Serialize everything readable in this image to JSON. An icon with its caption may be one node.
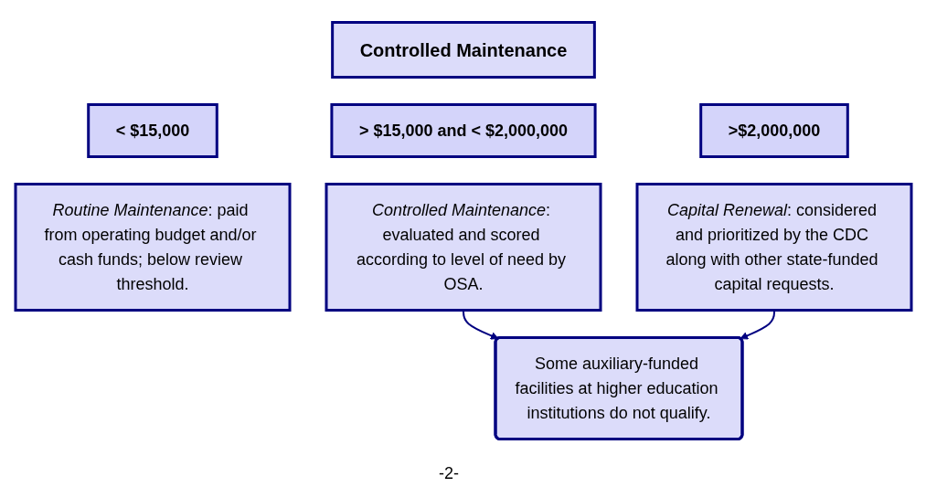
{
  "diagram": {
    "nodes": [
      {
        "text": [
          "Controlled Maintenance"
        ]
      },
      {
        "text": [
          "< $15,000"
        ]
      },
      {
        "text": [
          "> $15,000 and < $2,000,000"
        ]
      },
      {
        "text": [
          ">$2,000,000"
        ]
      },
      {
        "text": [
          "*Routine Maintenance*: paid from operating budget and/or cash funds; below review threshold."
        ]
      },
      {
        "text": [
          "*Controlled Maintenance*: evaluated and scored according to level of need by OSA."
        ]
      },
      {
        "text": [
          "*Capital Renewal*: considered and prioritized by the CDC along with other state-funded capital requests."
        ]
      },
      {
        "text": [
          "Some auxiliary-funded facilities at higher education institutions do not qualify."
        ]
      }
    ],
    "edges": [
      {
        "from": 5,
        "to": 7,
        "arrow": "to"
      },
      {
        "from": 6,
        "to": 7,
        "arrow": "to"
      }
    ],
    "labels": [
      "-2-"
    ]
  }
}
